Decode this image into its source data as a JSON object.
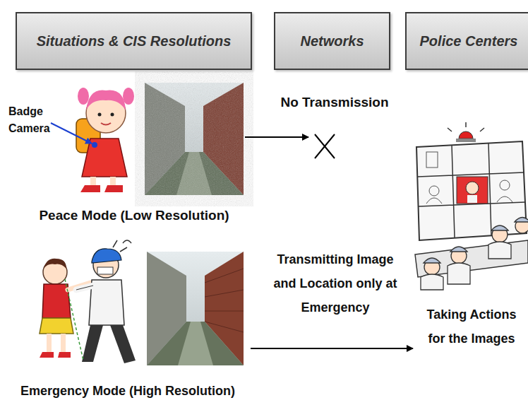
{
  "diagram": {
    "nodes": [
      {
        "text": [
          "Situations & CIS Resolutions"
        ]
      },
      {
        "text": [
          "Networks"
        ]
      },
      {
        "text": [
          "Police Centers"
        ]
      }
    ],
    "labels": [
      "Badge Camera",
      "No Transmission",
      "Peace Mode (Low Resolution)",
      "Transmitting Image and Location only at Emergency",
      "Taking Actions for the Images",
      "Emergency Mode (High Resolution)"
    ]
  }
}
